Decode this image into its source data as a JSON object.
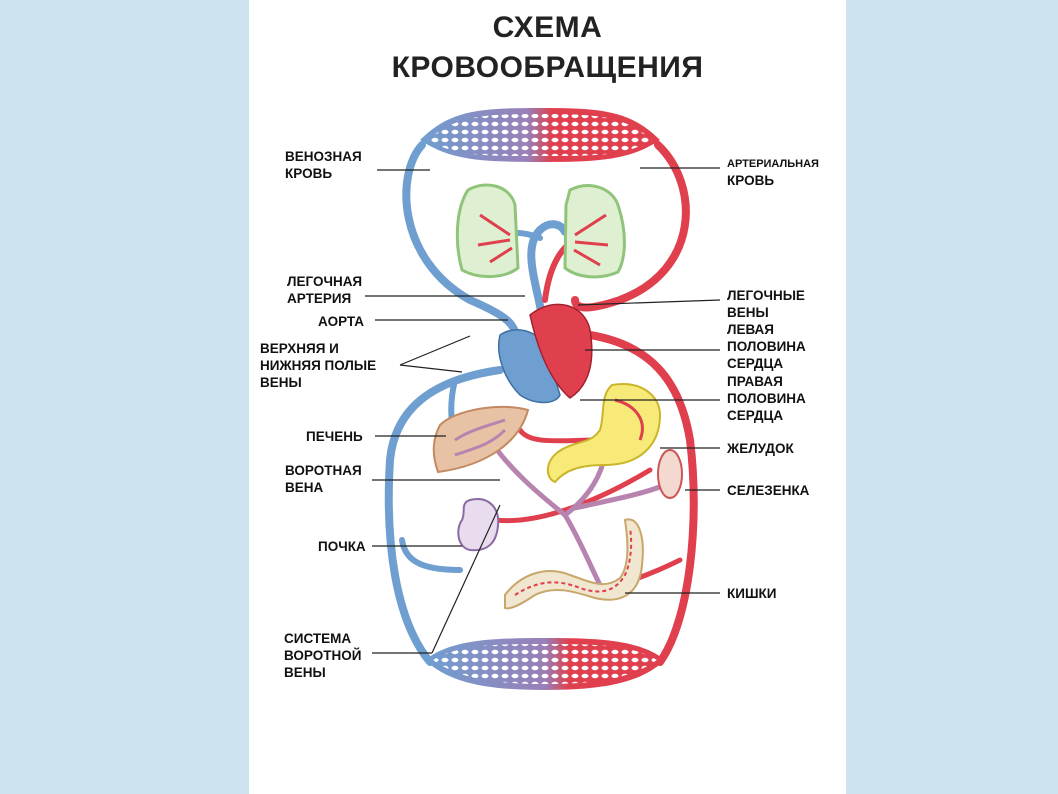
{
  "title": {
    "line1": "СХЕМА",
    "line2": "КРОВООБРАЩЕНИЯ"
  },
  "labels": {
    "venous_blood": "ВЕНОЗНАЯ\nКРОВЬ",
    "arterial_blood_line1": "АРТЕРИАЛЬНАЯ",
    "arterial_blood_line2": "КРОВЬ",
    "pulmonary_artery": "ЛЕГОЧНАЯ\nАРТЕРИЯ",
    "aorta": "АОРТА",
    "vena_cava": "ВЕРХНЯЯ И\nНИЖНЯЯ ПОЛЫЕ\nВЕНЫ",
    "liver": "ПЕЧЕНЬ",
    "portal_vein": "ВОРОТНАЯ\nВЕНА",
    "kidney": "ПОЧКА",
    "portal_system": "СИСТЕМА\nВОРОТНОЙ\nВЕНЫ",
    "pulmonary_veins": "ЛЕГОЧНЫЕ\nВЕНЫ",
    "left_heart": "ЛЕВАЯ\nПОЛОВИНА\nСЕРДЦА",
    "right_heart": "ПРАВАЯ\nПОЛОВИНА\nСЕРДЦА",
    "stomach": "ЖЕЛУДОК",
    "spleen": "СЕЛЕЗЕНКА",
    "intestine": "КИШКИ"
  },
  "colors": {
    "venous": "#6f9fd0",
    "arterial": "#e0404e",
    "portal": "#b784b0",
    "lung": "#8fc47a",
    "liver": "#d9a27a",
    "stomach": "#f4e14c",
    "background": "#cde3ef"
  }
}
